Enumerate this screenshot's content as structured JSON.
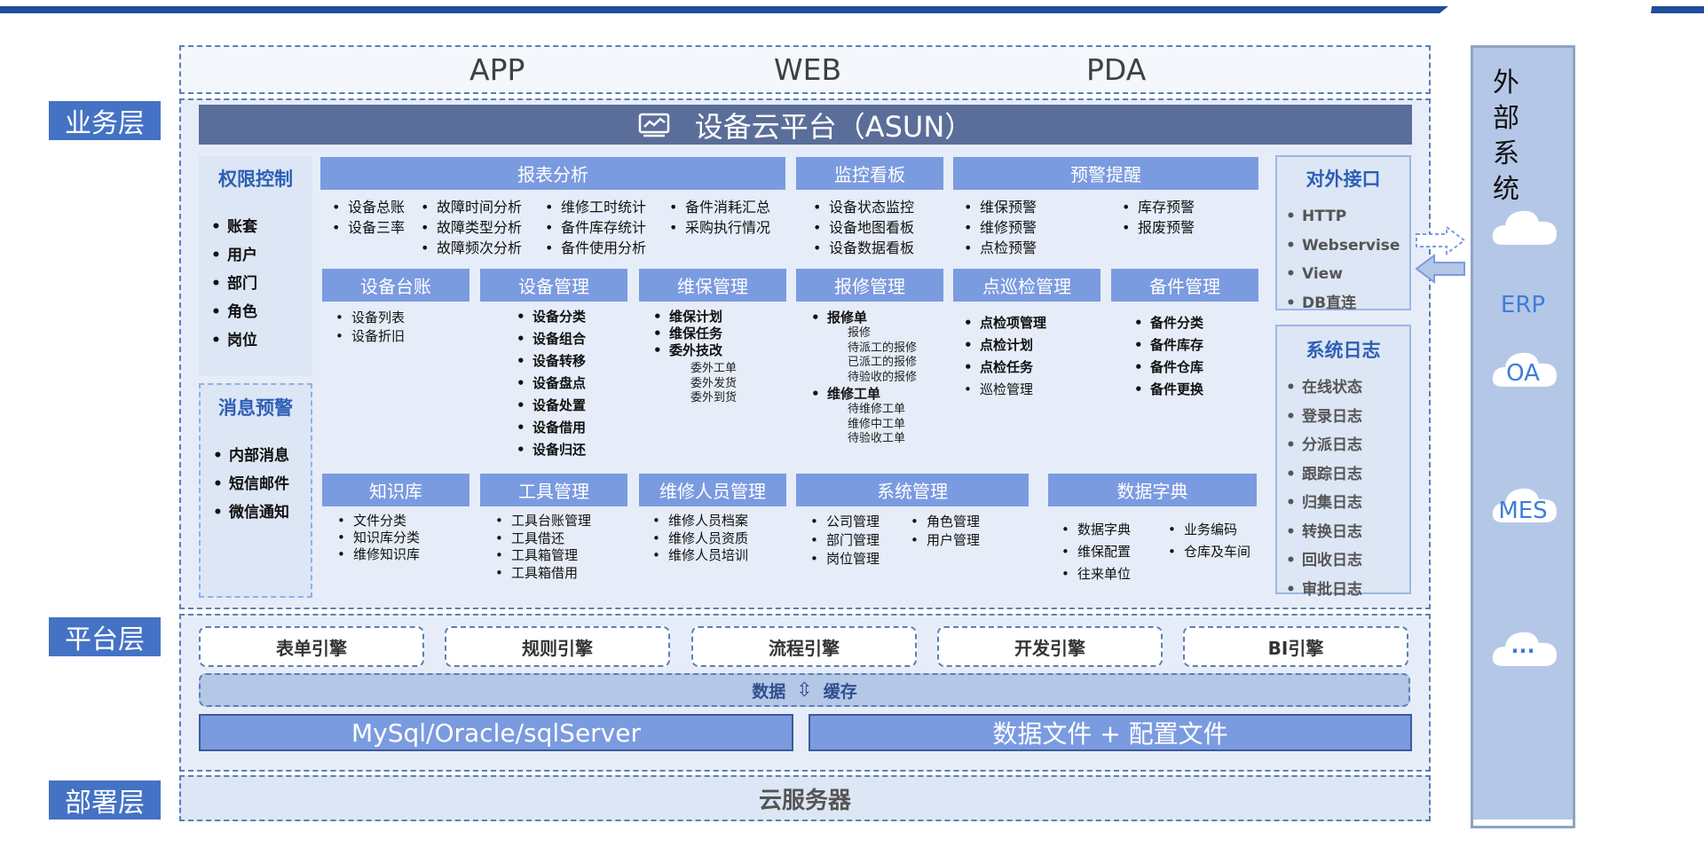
{
  "layers": {
    "business": "业务层",
    "platform": "平台层",
    "deploy": "部署层"
  },
  "clients": [
    "APP",
    "WEB",
    "PDA"
  ],
  "platform_title": "设备云平台（ASUN）",
  "left_panels": {
    "permission": {
      "title": "权限控制",
      "items": [
        "账套",
        "用户",
        "部门",
        "角色",
        "岗位"
      ]
    },
    "message": {
      "title": "消息预警",
      "items": [
        "内部消息",
        "短信邮件",
        "微信通知"
      ]
    }
  },
  "modules": {
    "report": {
      "title": "报表分析",
      "col1": [
        "设备总账",
        "设备三率"
      ],
      "col2": [
        "故障时间分析",
        "故障类型分析",
        "故障频次分析"
      ],
      "col3": [
        "维修工时统计",
        "备件库存统计",
        "备件使用分析"
      ],
      "col4": [
        "备件消耗汇总",
        "采购执行情况"
      ]
    },
    "monitor": {
      "title": "监控看板",
      "items": [
        "设备状态监控",
        "设备地图看板",
        "设备数据看板"
      ]
    },
    "alert": {
      "title": "预警提醒",
      "col1": [
        "维保预警",
        "维修预警",
        "点检预警"
      ],
      "col2": [
        "库存预警",
        "报废预警"
      ]
    },
    "ledger": {
      "title": "设备台账",
      "items": [
        "设备列表",
        "设备折旧"
      ]
    },
    "device_mgmt": {
      "title": "设备管理",
      "items": [
        "设备分类",
        "设备组合",
        "设备转移",
        "设备盘点",
        "设备处置",
        "设备借用",
        "设备归还"
      ]
    },
    "maintenance": {
      "title": "维保管理",
      "items": [
        "维保计划",
        "维保任务",
        "委外技改"
      ],
      "sub": [
        "委外工单",
        "委外发货",
        "委外到货"
      ]
    },
    "repair": {
      "title": "报修管理",
      "item1": "报修单",
      "sub1": [
        "报修",
        "待派工的报修",
        "已派工的报修",
        "待验收的报修"
      ],
      "item2": "维修工单",
      "sub2": [
        "待维修工单",
        "维修中工单",
        "待验收工单"
      ]
    },
    "inspection": {
      "title": "点巡检管理",
      "items": [
        "点检项管理",
        "点检计划",
        "点检任务",
        "巡检管理"
      ]
    },
    "spare": {
      "title": "备件管理",
      "items": [
        "备件分类",
        "备件库存",
        "备件仓库",
        "备件更换"
      ]
    },
    "knowledge": {
      "title": "知识库",
      "items": [
        "文件分类",
        "知识库分类",
        "维修知识库"
      ]
    },
    "tools": {
      "title": "工具管理",
      "items": [
        "工具台账管理",
        "工具借还",
        "工具箱管理",
        "工具箱借用"
      ]
    },
    "staff": {
      "title": "维修人员管理",
      "items": [
        "维修人员档案",
        "维修人员资质",
        "维修人员培训"
      ]
    },
    "system": {
      "title": "系统管理",
      "col1": [
        "公司管理",
        "部门管理",
        "岗位管理"
      ],
      "col2": [
        "角色管理",
        "用户管理"
      ]
    },
    "dict": {
      "title": "数据字典",
      "col1": [
        "数据字典",
        "维保配置",
        "往来单位"
      ],
      "col2": [
        "业务编码",
        "仓库及车间"
      ]
    }
  },
  "right_panels": {
    "interface": {
      "title": "对外接口",
      "items": [
        "HTTP",
        "Webservise",
        "View",
        "DB直连"
      ]
    },
    "logs": {
      "title": "系统日志",
      "items": [
        "在线状态",
        "登录日志",
        "分派日志",
        "跟踪日志",
        "归集日志",
        "转换日志",
        "回收日志",
        "审批日志"
      ]
    }
  },
  "engines": [
    "表单引擎",
    "规则引擎",
    "流程引擎",
    "开发引擎",
    "BI引擎"
  ],
  "data_cache": {
    "left": "数据",
    "arrow": "⇳",
    "right": "缓存"
  },
  "storage": [
    "MySql/Oracle/sqlServer",
    "数据文件 + 配置文件"
  ],
  "cloud_server": "云服务器",
  "external": {
    "title_chars": [
      "外",
      "部",
      "系",
      "统"
    ],
    "systems": [
      "ERP",
      "OA",
      "MES"
    ],
    "more": "..."
  },
  "colors": {
    "accent": "#4472c4",
    "title_bar": "#5b6e99",
    "module_header": "#7b9be0",
    "panel_bg": "#dce6f5",
    "side_title": "#2e5fb5"
  }
}
